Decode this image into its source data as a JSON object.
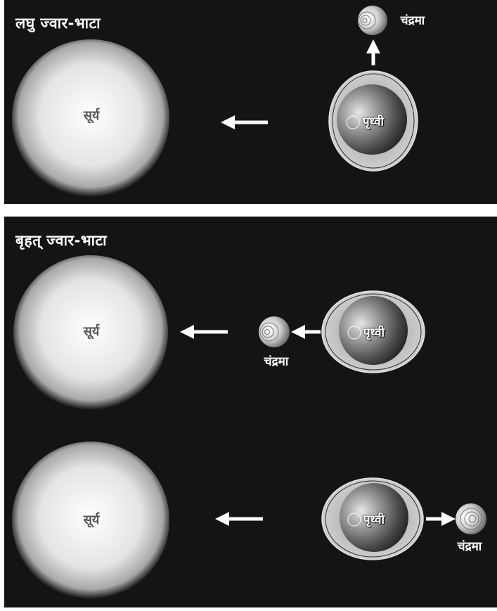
{
  "neap_tide": {
    "title": "लघु ज्वार-भाटा",
    "sun_label": "सूर्य",
    "earth_label": "पृथ्वी",
    "moon_label": "चंद्रमा"
  },
  "spring_tide": {
    "title": "बृहत् ज्वार-भाटा",
    "new_moon": {
      "sun_label": "सूर्य",
      "earth_label": "पृथ्वी",
      "moon_label": "चंद्रमा"
    },
    "full_moon": {
      "sun_label": "सूर्य",
      "earth_label": "पृथ्वी",
      "moon_label": "चंद्रमा"
    }
  },
  "colors": {
    "background": "#141414",
    "sun": "#f2f2f2",
    "earth_bulge": "#c8c8c8",
    "earth": "#6e6e6e",
    "arrow": "#ffffff"
  }
}
